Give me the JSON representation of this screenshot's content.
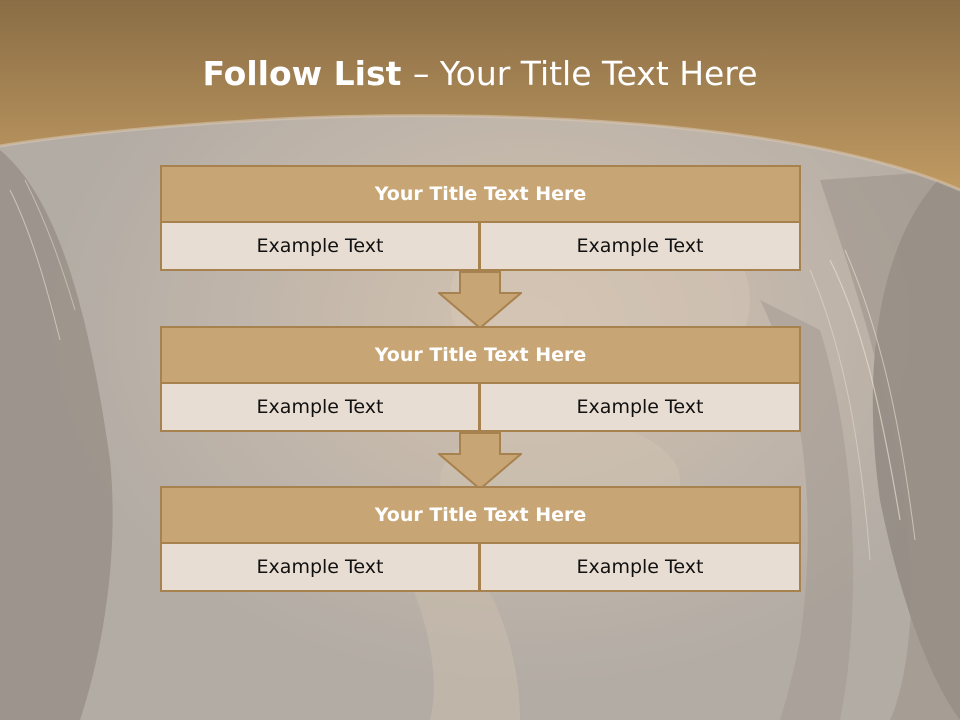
{
  "title": {
    "bold": "Follow List ",
    "rest": " – Your Title Text Here"
  },
  "colors": {
    "header_fill": "#c8a574",
    "border": "#a8824e",
    "cell_fill": "#e8ddd3",
    "banner": "#b08a58"
  },
  "steps": [
    {
      "header": "Your Title Text Here",
      "left": "Example Text",
      "right": "Example Text"
    },
    {
      "header": "Your Title Text Here",
      "left": "Example Text",
      "right": "Example Text"
    },
    {
      "header": "Your Title Text Here",
      "left": "Example Text",
      "right": "Example Text"
    }
  ],
  "arrow_icon": "down-arrow-icon"
}
